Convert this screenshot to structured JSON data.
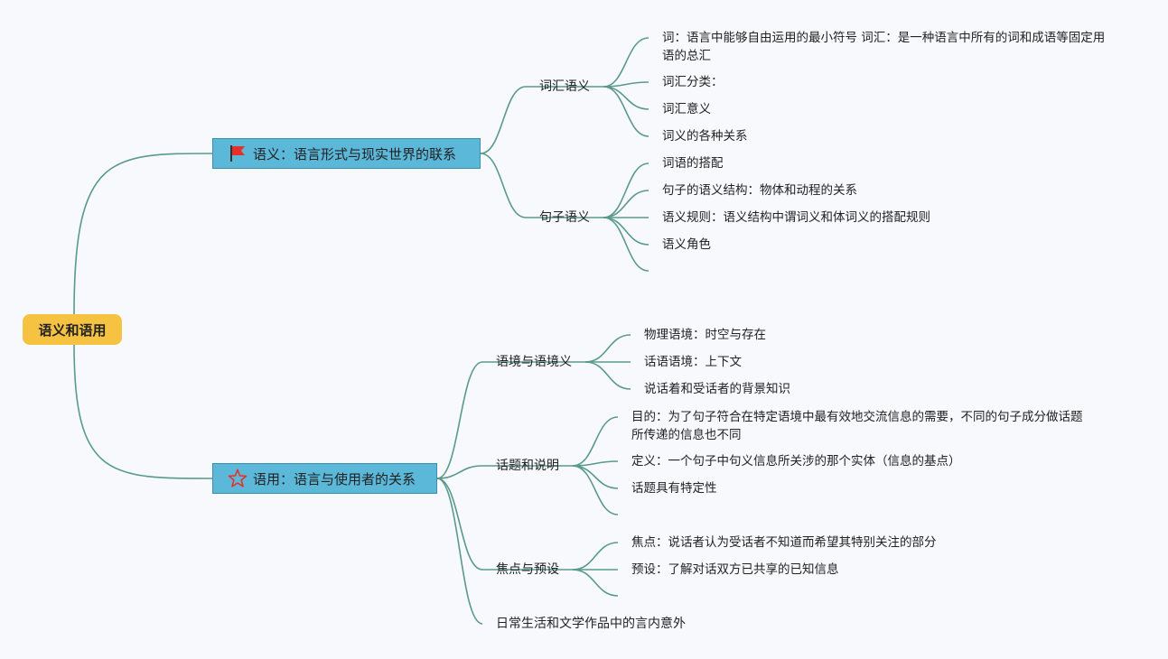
{
  "root": {
    "label": "语义和语用"
  },
  "semantics": {
    "label": "语义：语言形式与现实世界的联系",
    "icon": "red-flag-icon",
    "branches": [
      {
        "label": "词汇语义",
        "items": [
          "词：语言中能够自由运用的最小符号 词汇：是一种语言中所有的词和成语等固定用语的总汇",
          "词汇分类：",
          "词汇意义",
          "词义的各种关系"
        ]
      },
      {
        "label": "句子语义",
        "items": [
          "词语的搭配",
          "句子的语义结构：物体和动程的关系",
          "语义规则：语义结构中谓词义和体词义的搭配规则",
          "语义角色",
          ""
        ]
      }
    ]
  },
  "pragmatics": {
    "label": "语用：语言与使用者的关系",
    "icon": "red-star-outline-icon",
    "branches": [
      {
        "label": "语境与语境义",
        "items": [
          "物理语境：时空与存在",
          "话语语境：上下文",
          "说话着和受话者的背景知识"
        ]
      },
      {
        "label": "话题和说明",
        "items": [
          "目的：为了句子符合在特定语境中最有效地交流信息的需要，不同的句子成分做话题所传递的信息也不同",
          "定义：一个句子中句义信息所关涉的那个实体（信息的基点）",
          "话题具有特定性",
          ""
        ]
      },
      {
        "label": "焦点与预设",
        "items": [
          "焦点：说话者认为受话者不知道而希望其特别关注的部分",
          "预设：了解对话双方已共享的已知信息",
          ""
        ]
      },
      {
        "label": "日常生活和文学作品中的言内意外",
        "items": []
      }
    ]
  },
  "colors": {
    "line": "#5a9a8a",
    "root_fill": "#f5c242",
    "main_fill": "#5bb8d9",
    "main_border": "#3a8fb0",
    "background": "#f7f9fd"
  }
}
